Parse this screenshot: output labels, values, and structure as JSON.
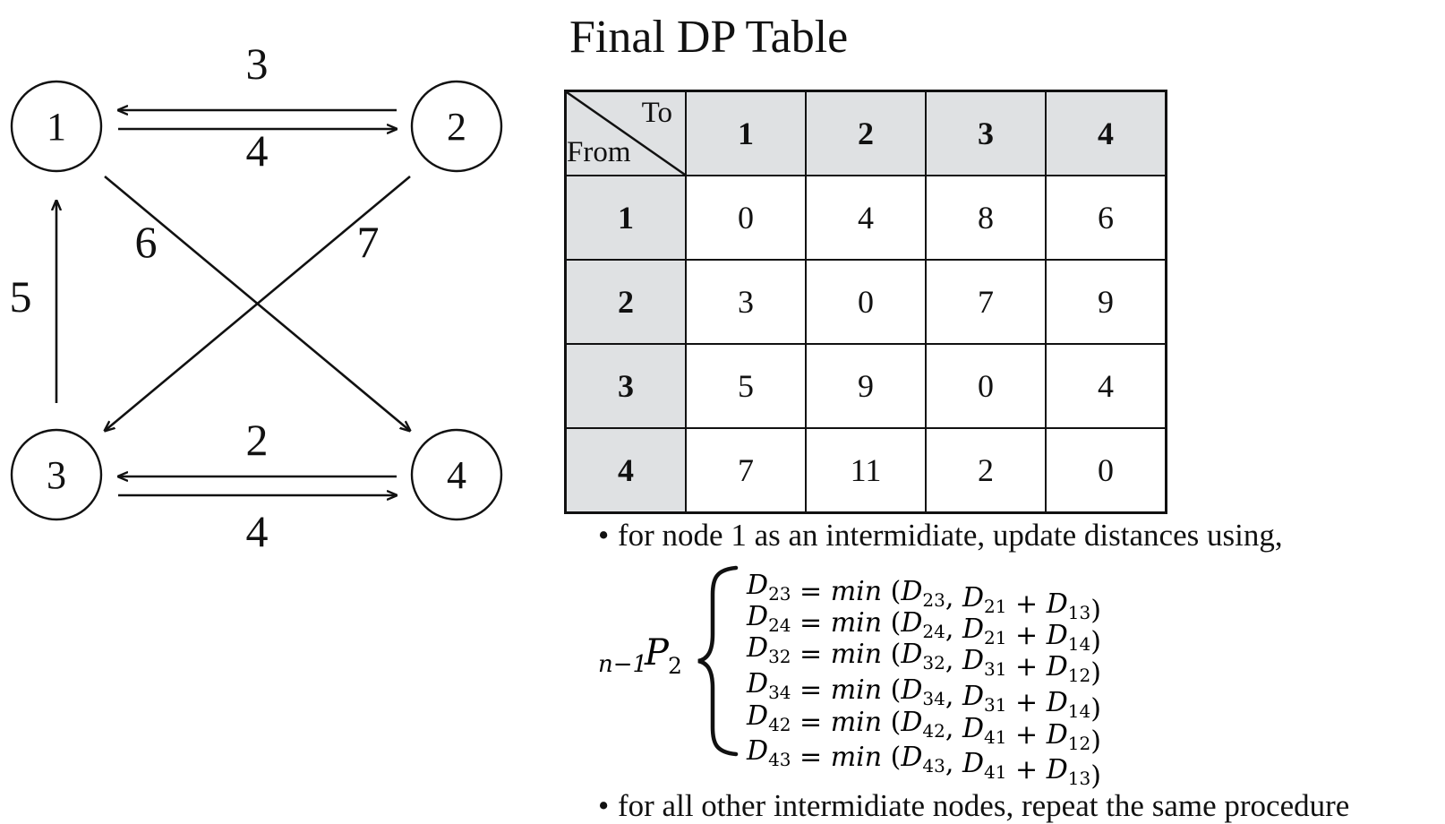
{
  "graph": {
    "nodes": [
      {
        "id": "1",
        "label": "1"
      },
      {
        "id": "2",
        "label": "2"
      },
      {
        "id": "3",
        "label": "3"
      },
      {
        "id": "4",
        "label": "4"
      }
    ],
    "edges": [
      {
        "from": "2",
        "to": "1",
        "weight": "3"
      },
      {
        "from": "1",
        "to": "2",
        "weight": "4"
      },
      {
        "from": "3",
        "to": "1",
        "weight": "5"
      },
      {
        "from": "1",
        "to": "4",
        "weight": "6"
      },
      {
        "from": "2",
        "to": "3",
        "weight": "7"
      },
      {
        "from": "4",
        "to": "3",
        "weight": "2"
      },
      {
        "from": "3",
        "to": "4",
        "weight": "4"
      }
    ]
  },
  "table": {
    "title": "Final DP Table",
    "corner_to": "To",
    "corner_from": "From",
    "col_headers": [
      "1",
      "2",
      "3",
      "4"
    ],
    "rows": [
      {
        "header": "1",
        "cells": [
          "0",
          "4",
          "8",
          "6"
        ]
      },
      {
        "header": "2",
        "cells": [
          "3",
          "0",
          "7",
          "9"
        ]
      },
      {
        "header": "3",
        "cells": [
          "5",
          "9",
          "0",
          "4"
        ]
      },
      {
        "header": "4",
        "cells": [
          "7",
          "11",
          "2",
          "0"
        ]
      }
    ]
  },
  "notes": {
    "bullet1": "for node 1 as an intermidiate, update distances using,",
    "bullet2": "for all other intermidiate nodes, repeat the same procedure",
    "perm_label": {
      "pre": "n−1",
      "main": "P",
      "sub": "2"
    },
    "equations": [
      {
        "lhs": "23",
        "a": "23",
        "b": "21",
        "c": "13"
      },
      {
        "lhs": "24",
        "a": "24",
        "b": "21",
        "c": "14"
      },
      {
        "lhs": "32",
        "a": "32",
        "b": "31",
        "c": "12"
      },
      {
        "lhs": "34",
        "a": "34",
        "b": "31",
        "c": "14"
      },
      {
        "lhs": "42",
        "a": "42",
        "b": "41",
        "c": "12"
      },
      {
        "lhs": "43",
        "a": "43",
        "b": "41",
        "c": "13"
      }
    ]
  }
}
